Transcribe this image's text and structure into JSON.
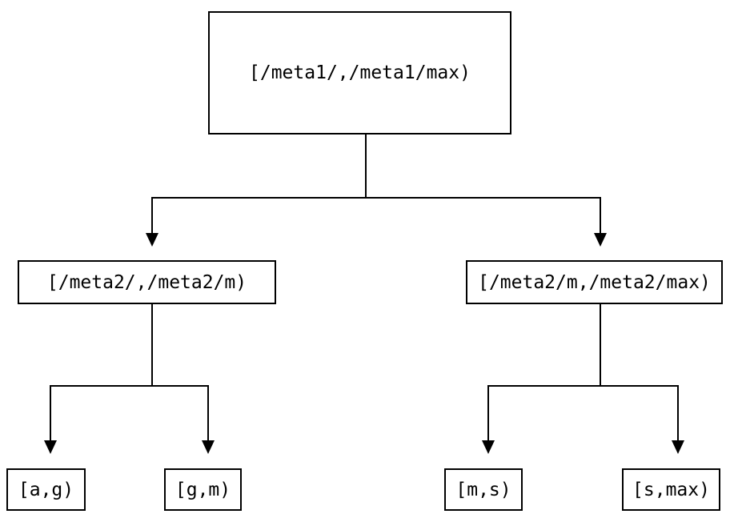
{
  "diagram": {
    "type": "tree",
    "background_color": "#ffffff",
    "stroke_color": "#000000",
    "nodes": {
      "root": {
        "label": "[/meta1/,/meta1/max)"
      },
      "level2_left": {
        "label": "[/meta2/,/meta2/m)"
      },
      "level2_right": {
        "label": "[/meta2/m,/meta2/max)"
      },
      "leaf_ag": {
        "label": "[a,g)"
      },
      "leaf_gm": {
        "label": "[g,m)"
      },
      "leaf_ms": {
        "label": "[m,s)"
      },
      "leaf_smax": {
        "label": "[s,max)"
      }
    },
    "edges": [
      {
        "from": "root",
        "to": "level2_left"
      },
      {
        "from": "root",
        "to": "level2_right"
      },
      {
        "from": "level2_left",
        "to": "leaf_ag"
      },
      {
        "from": "level2_left",
        "to": "leaf_gm"
      },
      {
        "from": "level2_right",
        "to": "leaf_ms"
      },
      {
        "from": "level2_right",
        "to": "leaf_smax"
      }
    ]
  }
}
